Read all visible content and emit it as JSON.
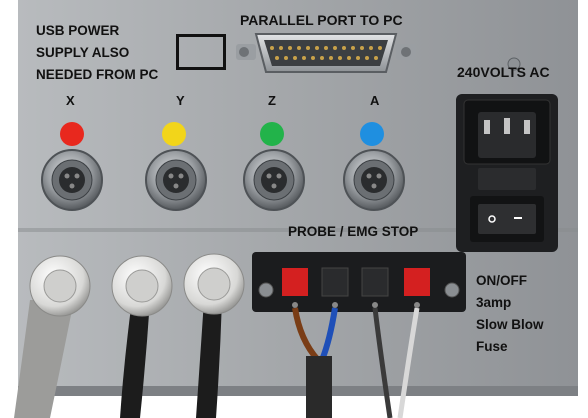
{
  "labels": {
    "usb_power_lines": [
      "USB POWER",
      "SUPPLY ALSO",
      "NEEDED FROM PC"
    ],
    "parallel_port": "PARALLEL PORT TO PC",
    "mains": "240VOLTS AC",
    "axes": [
      {
        "label": "X",
        "led_color": "#e8281e"
      },
      {
        "label": "Y",
        "led_color": "#f2d51a"
      },
      {
        "label": "Z",
        "led_color": "#22b34a"
      },
      {
        "label": "A",
        "led_color": "#1f8fe0"
      }
    ],
    "probe_stop": "PROBE /  EMG STOP",
    "switch_fuse_lines": [
      "ON/OFF",
      "3amp",
      "Slow Blow",
      "Fuse"
    ]
  },
  "colors": {
    "panel": "#9ea2a6",
    "terminal_red": "#d42020",
    "text": "#111111"
  }
}
